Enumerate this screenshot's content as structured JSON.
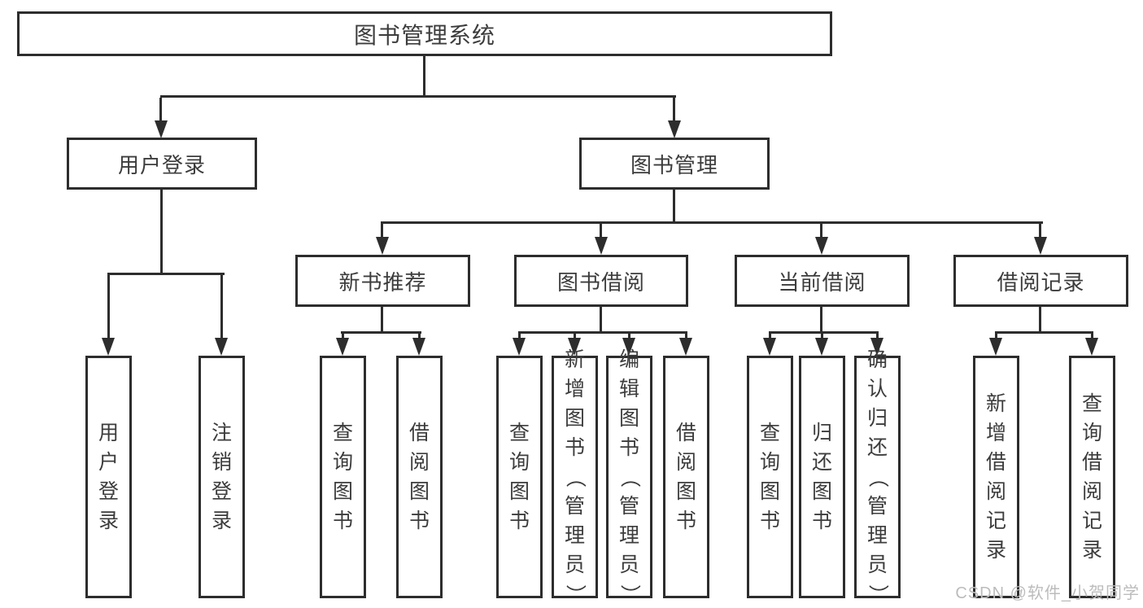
{
  "diagram": {
    "title": "图书管理系统",
    "type": "功能结构图 (functional structure tree)"
  },
  "colors": {
    "line": "#2d2d2d",
    "text": "#3c3c3c",
    "background": "#ffffff",
    "watermark": "#bcbcbc"
  },
  "watermark": {
    "text": "CSDN @软件_小贺同学"
  },
  "nodes": {
    "root": {
      "label": "图书管理系统"
    },
    "userLogin": {
      "label": "用户登录"
    },
    "bookMgmt": {
      "label": "图书管理"
    },
    "newBookRec": {
      "label": "新书推荐"
    },
    "bookBorrow": {
      "label": "图书借阅"
    },
    "currentBorrow": {
      "label": "当前借阅"
    },
    "borrowRecord": {
      "label": "借阅记录"
    },
    "lUserLogin": {
      "label": "用户登录"
    },
    "lLogout": {
      "label": "注销登录"
    },
    "lQueryBook1": {
      "label": "查询图书"
    },
    "lBorrowBook1": {
      "label": "借阅图书"
    },
    "lQueryBook2": {
      "label": "查询图书"
    },
    "lAddBook": {
      "label": "新增图书（管理员）"
    },
    "lEditBook": {
      "label": "编辑图书（管理员）"
    },
    "lBorrowBook2": {
      "label": "借阅图书"
    },
    "lQueryBook3": {
      "label": "查询图书"
    },
    "lReturnBook": {
      "label": "归还图书"
    },
    "lConfirmReturn": {
      "label": "确认归还（管理员）"
    },
    "lAddRecord": {
      "label": "新增借阅记录"
    },
    "lQueryRecord": {
      "label": "查询借阅记录"
    }
  },
  "hierarchy": {
    "图书管理系统": {
      "用户登录": [
        "用户登录",
        "注销登录"
      ],
      "图书管理": {
        "新书推荐": [
          "查询图书",
          "借阅图书"
        ],
        "图书借阅": [
          "查询图书",
          "新增图书（管理员）",
          "编辑图书（管理员）",
          "借阅图书"
        ],
        "当前借阅": [
          "查询图书",
          "归还图书",
          "确认归还（管理员）"
        ],
        "借阅记录": [
          "新增借阅记录",
          "查询借阅记录"
        ]
      }
    }
  }
}
